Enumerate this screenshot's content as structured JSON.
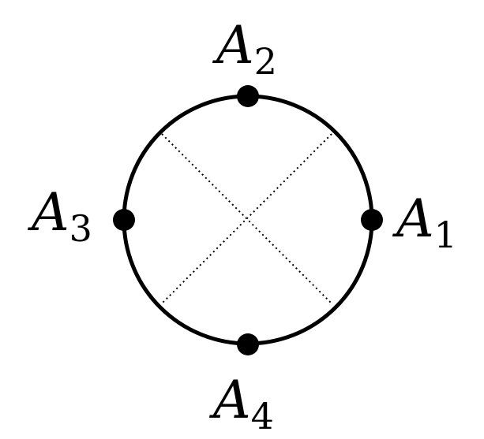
{
  "colors": {
    "background": "#ffffff",
    "ink": "#000000"
  },
  "points": [
    {
      "id": "A1",
      "letter": "A",
      "index": "1"
    },
    {
      "id": "A2",
      "letter": "A",
      "index": "2"
    },
    {
      "id": "A3",
      "letter": "A",
      "index": "3"
    },
    {
      "id": "A4",
      "letter": "A",
      "index": "4"
    }
  ]
}
